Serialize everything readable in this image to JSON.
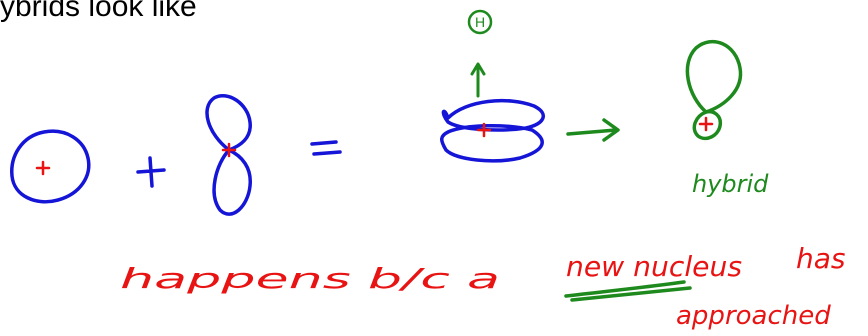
{
  "heading": "ybrids look like",
  "labels": {
    "nucleus_symbol": "H",
    "hybrid": "hybrid",
    "note_prefix": "happens b/c a",
    "note_underlined": "new nucleus",
    "note_has": "has",
    "note_end": "approached"
  },
  "colors": {
    "blue": "#1515d8",
    "green": "#1e8a1e",
    "red": "#e81414",
    "black": "#000000"
  }
}
